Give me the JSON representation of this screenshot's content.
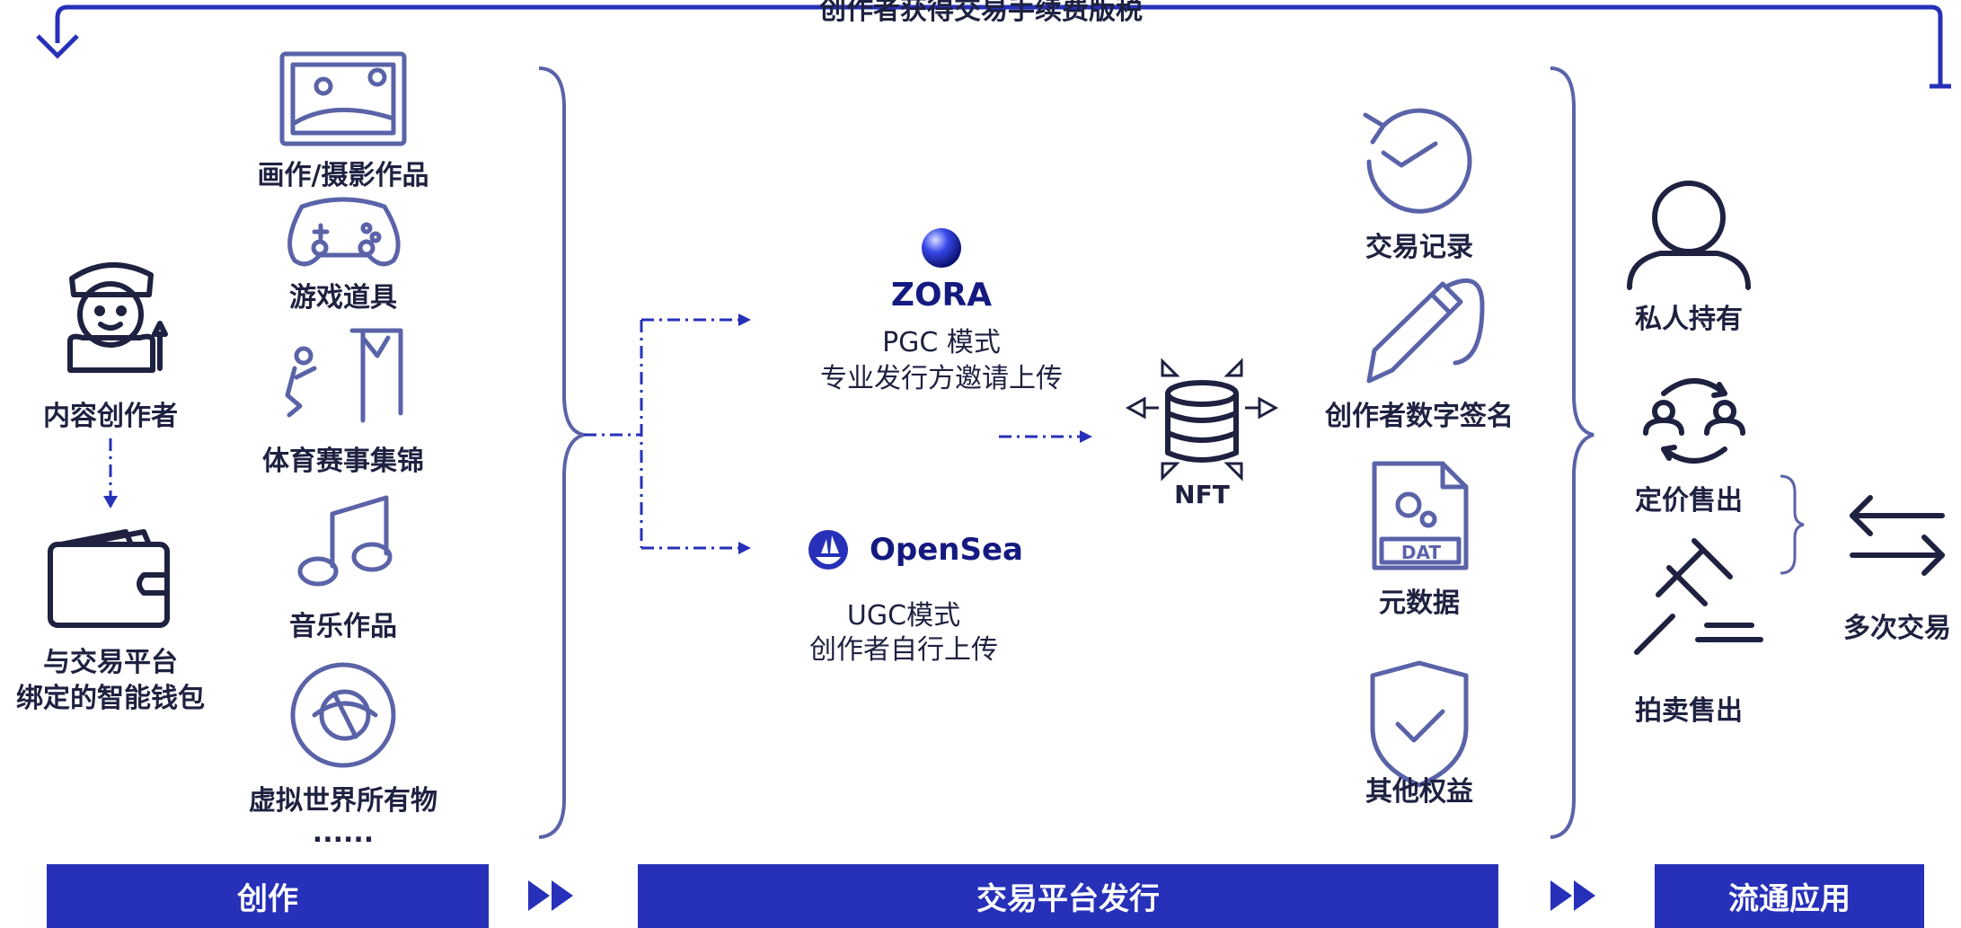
{
  "top_banner": "创作者获得交易手续费版税",
  "creation": {
    "creator_label": "内容创作者",
    "wallet_label_line1": "与交易平台",
    "wallet_label_line2": "绑定的智能钱包",
    "works": [
      "画作/摄影作品",
      "游戏道具",
      "体育赛事集锦",
      "音乐作品",
      "虚拟世界所有物",
      "......"
    ]
  },
  "platforms": {
    "zora": {
      "name": "ZORA",
      "mode": "PGC 模式",
      "desc": "专业发行方邀请上传"
    },
    "opensea": {
      "name": "OpenSea",
      "mode": "UGC模式",
      "desc": "创作者自行上传"
    },
    "nft_label": "NFT"
  },
  "nft_attributes": [
    "交易记录",
    "创作者数字签名",
    "元数据",
    "其他权益"
  ],
  "circulation": {
    "items": [
      "私人持有",
      "定价售出",
      "拍卖售出"
    ],
    "multi_trade": "多次交易"
  },
  "stages": [
    "创作",
    "交易平台发行",
    "流通应用"
  ],
  "colors": {
    "accent": "#2630b8",
    "text": "#1e2140",
    "icon": "#5a63a8"
  }
}
